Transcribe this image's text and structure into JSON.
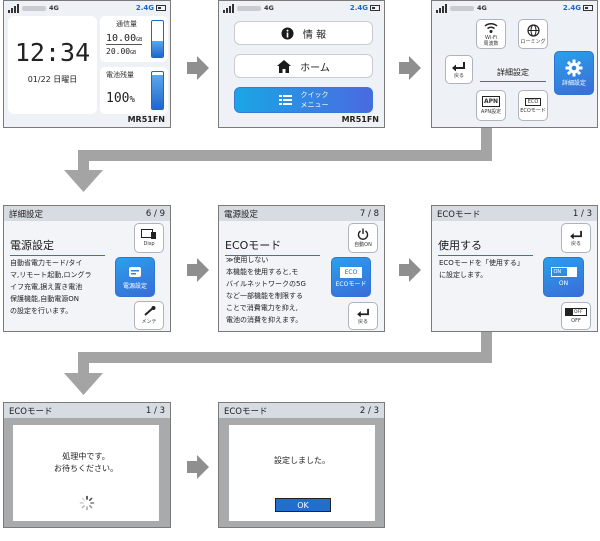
{
  "status": {
    "net": "4G",
    "band": "2.4G"
  },
  "home": {
    "time": "12:34",
    "date": "01/22  日曜日",
    "data_label": "通信量",
    "data_used": "10.00",
    "data_total": "20.00",
    "data_unit": "GB",
    "battery_label": "電池残量",
    "battery_value": "100",
    "battery_unit": "%",
    "battery_level": 0.92,
    "model": "MR51FN"
  },
  "menu": {
    "info": "情 報",
    "home": "ホーム",
    "quick_1": "クイック",
    "quick_2": "メニュー",
    "model": "MR51FN"
  },
  "quick": {
    "wifi_freq": "Wi-Fi\n周波数",
    "roaming": "ローミング",
    "back": "戻る",
    "detail_center": "詳細設定",
    "detail_big": "詳細設定",
    "apn": "APN設定",
    "eco": "ECOモード",
    "apn_icon": "APN",
    "eco_icon": "ECO"
  },
  "detail": {
    "header": "詳細設定",
    "page": "6 / 9",
    "title": "電源設定",
    "desc": [
      "自動省電力モード/タイ",
      "マ,リモート起動,ロングラ",
      "イフ充電,据え置き電池",
      "保護機能,自動電源ON",
      "の設定を行います。"
    ],
    "disp": "Disp",
    "power": "電源設定",
    "maint": "メンテ"
  },
  "power": {
    "header": "電源設定",
    "page": "7 / 8",
    "title": "ECOモード",
    "desc": [
      "≫使用しない",
      "本機能を使用すると,モ",
      "バイルネットワークの5G",
      "など一部機能を制限する",
      "ことで消費電力を抑え,",
      "電池の消費を抑えます。"
    ],
    "auto_on": "自動ON",
    "eco": "ECOモード",
    "back": "戻る",
    "eco_icon": "ECO"
  },
  "eco1": {
    "header": "ECOモード",
    "page": "1 / 3",
    "title": "使用する",
    "desc": [
      "ECOモードを「使用する」",
      "に設定します。"
    ],
    "back": "戻る",
    "on": "ON",
    "on_tag": "ON",
    "off": "OFF",
    "off_tag": "OFF"
  },
  "proc": {
    "header": "ECOモード",
    "page": "1 / 3",
    "msg1": "処理中です。",
    "msg2": "お待ちください。"
  },
  "done": {
    "header": "ECOモード",
    "page": "2 / 3",
    "msg": "設定しました。",
    "ok": "OK"
  }
}
